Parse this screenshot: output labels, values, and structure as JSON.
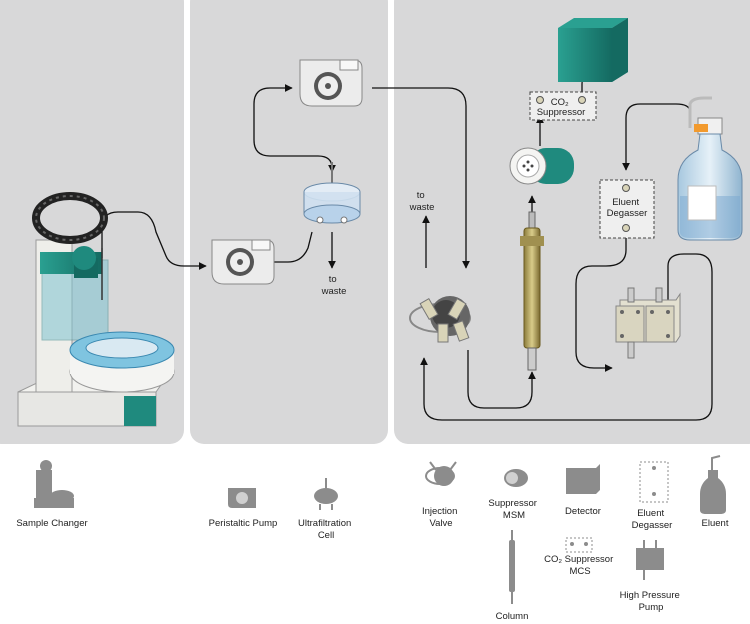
{
  "colors": {
    "panel": "#d8d8d9",
    "teal": "#1f8a7e",
    "teal_dark": "#146a61",
    "vial_blue": "#6fb7dc",
    "icon_gray": "#8c8c8c",
    "line": "#111111"
  },
  "diagram_labels": {
    "waste_top": [
      "to",
      "waste"
    ],
    "waste_bottom": [
      "to",
      "waste"
    ],
    "co2_suppressor": [
      "CO₂",
      "Suppressor"
    ],
    "eluent_degasser": [
      "Eluent",
      "Degasser"
    ]
  },
  "legend": {
    "sample_changer": [
      "Sample Changer"
    ],
    "peristaltic_pump": [
      "Peristaltic Pump"
    ],
    "ultrafiltration_cell": [
      "Ultrafiltration",
      "Cell"
    ],
    "injection_valve": [
      "Injection",
      "Valve"
    ],
    "suppressor_msm": [
      "Suppressor",
      "MSM"
    ],
    "column": [
      "Column"
    ],
    "detector": [
      "Detector"
    ],
    "co2_suppressor_mcs": [
      "CO₂ Suppressor",
      "MCS"
    ],
    "eluent_degasser": [
      "Eluent",
      "Degasser"
    ],
    "high_pressure_pump": [
      "High Pressure",
      "Pump"
    ],
    "eluent": [
      "Eluent"
    ]
  }
}
